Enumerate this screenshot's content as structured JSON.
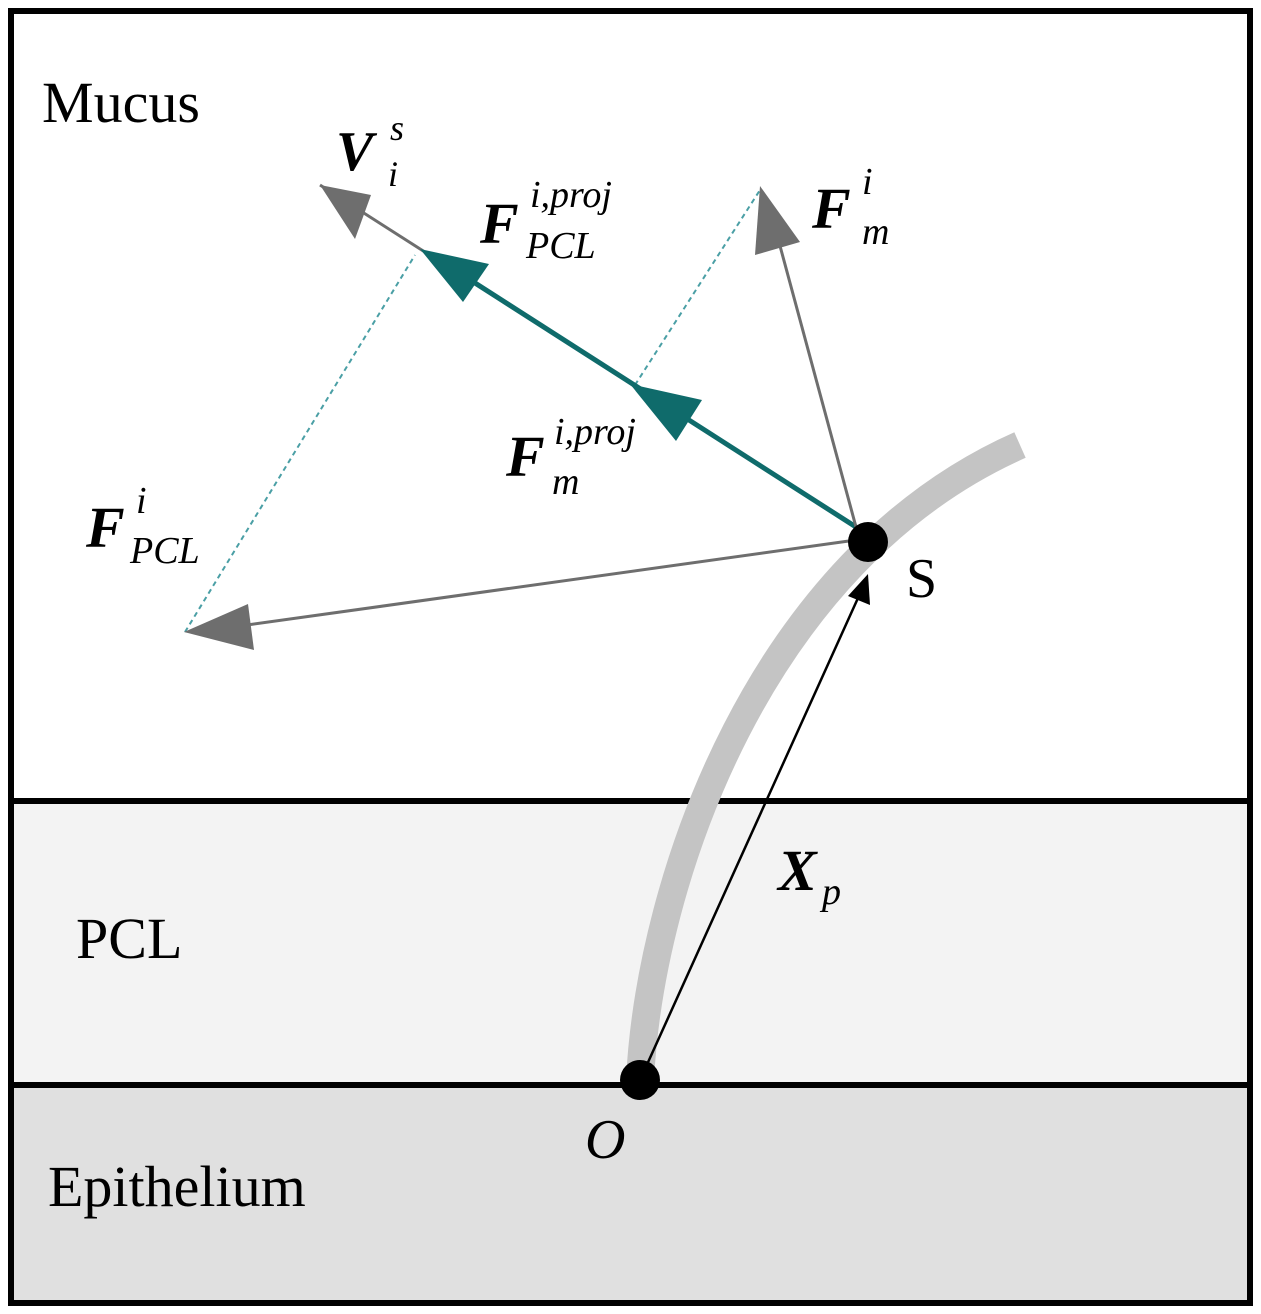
{
  "regions": {
    "mucus": "Mucus",
    "pcl": "PCL",
    "epithelium": "Epithelium"
  },
  "points": {
    "s": "S",
    "o": "O"
  },
  "vectors": {
    "v": {
      "main": "V",
      "sup": "s",
      "sub": "i"
    },
    "fpcl_proj": {
      "main": "F",
      "sup": "i,proj",
      "sub": "PCL"
    },
    "fm": {
      "main": "F",
      "sup": "i",
      "sub": "m"
    },
    "fm_proj": {
      "main": "F",
      "sup": "i,proj",
      "sub": "m"
    },
    "fpcl": {
      "main": "F",
      "sup": "i",
      "sub": "PCL"
    },
    "xp": {
      "main": "X",
      "sub": "p"
    }
  },
  "colors": {
    "teal": "#0f6b6b",
    "gray_arrow": "#6e6e6e",
    "cilium": "#c4c4c4",
    "pcl_fill": "#f3f3f3",
    "epithelium_fill": "#e0e0e0"
  }
}
